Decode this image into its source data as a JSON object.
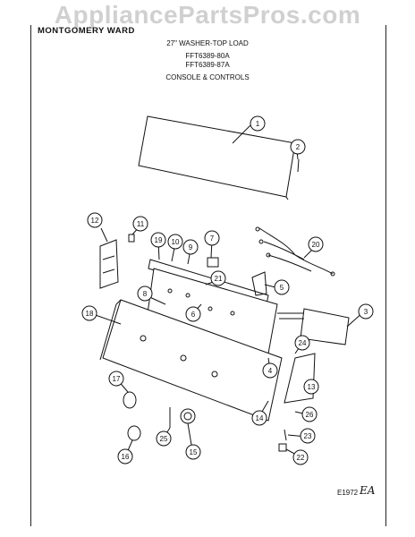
{
  "watermark": "AppliancePartsPros.com",
  "header": {
    "brand": "MONTGOMERY WARD",
    "line1": "27\" WASHER-TOP LOAD",
    "line2": "FFT6389-80A",
    "line3": "FFT6389-87A",
    "line4": "CONSOLE & CONTROLS"
  },
  "callouts": [
    "1",
    "2",
    "3",
    "4",
    "5",
    "6",
    "7",
    "8",
    "9",
    "10",
    "11",
    "12",
    "13",
    "14",
    "15",
    "16",
    "17",
    "18",
    "19",
    "20",
    "21",
    "22",
    "23",
    "24",
    "25",
    "26"
  ],
  "footer": {
    "code": "E1972",
    "initials": "EA"
  }
}
